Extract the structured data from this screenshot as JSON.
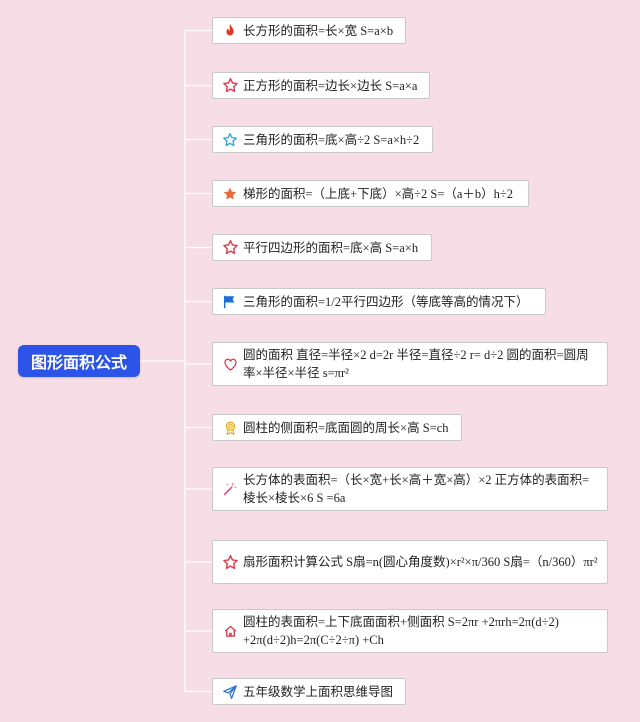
{
  "root": {
    "label": "图形面积公式"
  },
  "nodes": [
    {
      "icon": "fire-icon",
      "text": "长方形的面积=长×宽 S=a×b"
    },
    {
      "icon": "star-outline-red-icon",
      "text": "正方形的面积=边长×边长 S=a×a"
    },
    {
      "icon": "star-outline-blue-icon",
      "text": "三角形的面积=底×高÷2 S=a×h÷2"
    },
    {
      "icon": "star-filled-orange-icon",
      "text": "梯形的面积=（上底+下底）×高÷2 S=（a＋b）h÷2"
    },
    {
      "icon": "star-outline-red-icon",
      "text": "平行四边形的面积=底×高 S=a×h"
    },
    {
      "icon": "flag-icon",
      "text": "三角形的面积=1/2平行四边形（等底等高的情况下）"
    },
    {
      "icon": "heart-icon",
      "text": "圆的面积 直径=半径×2 d=2r 半径=直径÷2 r= d÷2 圆的面积=圆周率×半径×半径 s=πr²"
    },
    {
      "icon": "award-icon",
      "text": "圆柱的侧面积=底面圆的周长×高 S=ch"
    },
    {
      "icon": "magic-wand-icon",
      "text": "长方体的表面积=（长×宽+长×高＋宽×高）×2 正方体的表面积=棱长×棱长×6 S =6a"
    },
    {
      "icon": "star-outline-red-icon",
      "text": "扇形面积计算公式 S扇=n(圆心角度数)×r²×π/360 S扇=（n/360）πr²"
    },
    {
      "icon": "home-icon",
      "text": "圆柱的表面积=上下底面面积+侧面积 S=2πr +2πrh=2π(d÷2) +2π(d÷2)h=2π(C÷2÷π) +Ch"
    },
    {
      "icon": "paper-plane-icon",
      "text": "五年级数学上面积思维导图"
    }
  ]
}
